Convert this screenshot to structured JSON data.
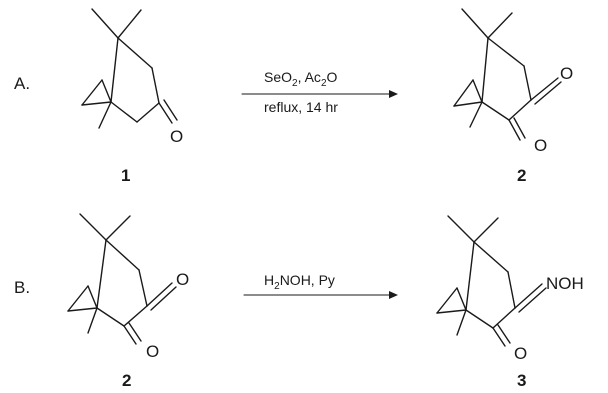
{
  "reactions": [
    {
      "step_label": "A.",
      "reactant_number": "1",
      "product_number": "2",
      "reagents": [
        {
          "t": "SeO"
        },
        {
          "t": "2",
          "sub": true
        },
        {
          "t": ", Ac"
        },
        {
          "t": "2",
          "sub": true
        },
        {
          "t": "O"
        }
      ],
      "conditions": "reflux, 14 hr"
    },
    {
      "step_label": "B.",
      "reactant_number": "2",
      "product_number": "3",
      "reagents": [
        {
          "t": "H"
        },
        {
          "t": "2",
          "sub": true
        },
        {
          "t": "NOH, Py"
        }
      ],
      "conditions": ""
    }
  ],
  "atoms": {
    "oxygen": "O",
    "oxime": "NOH"
  }
}
